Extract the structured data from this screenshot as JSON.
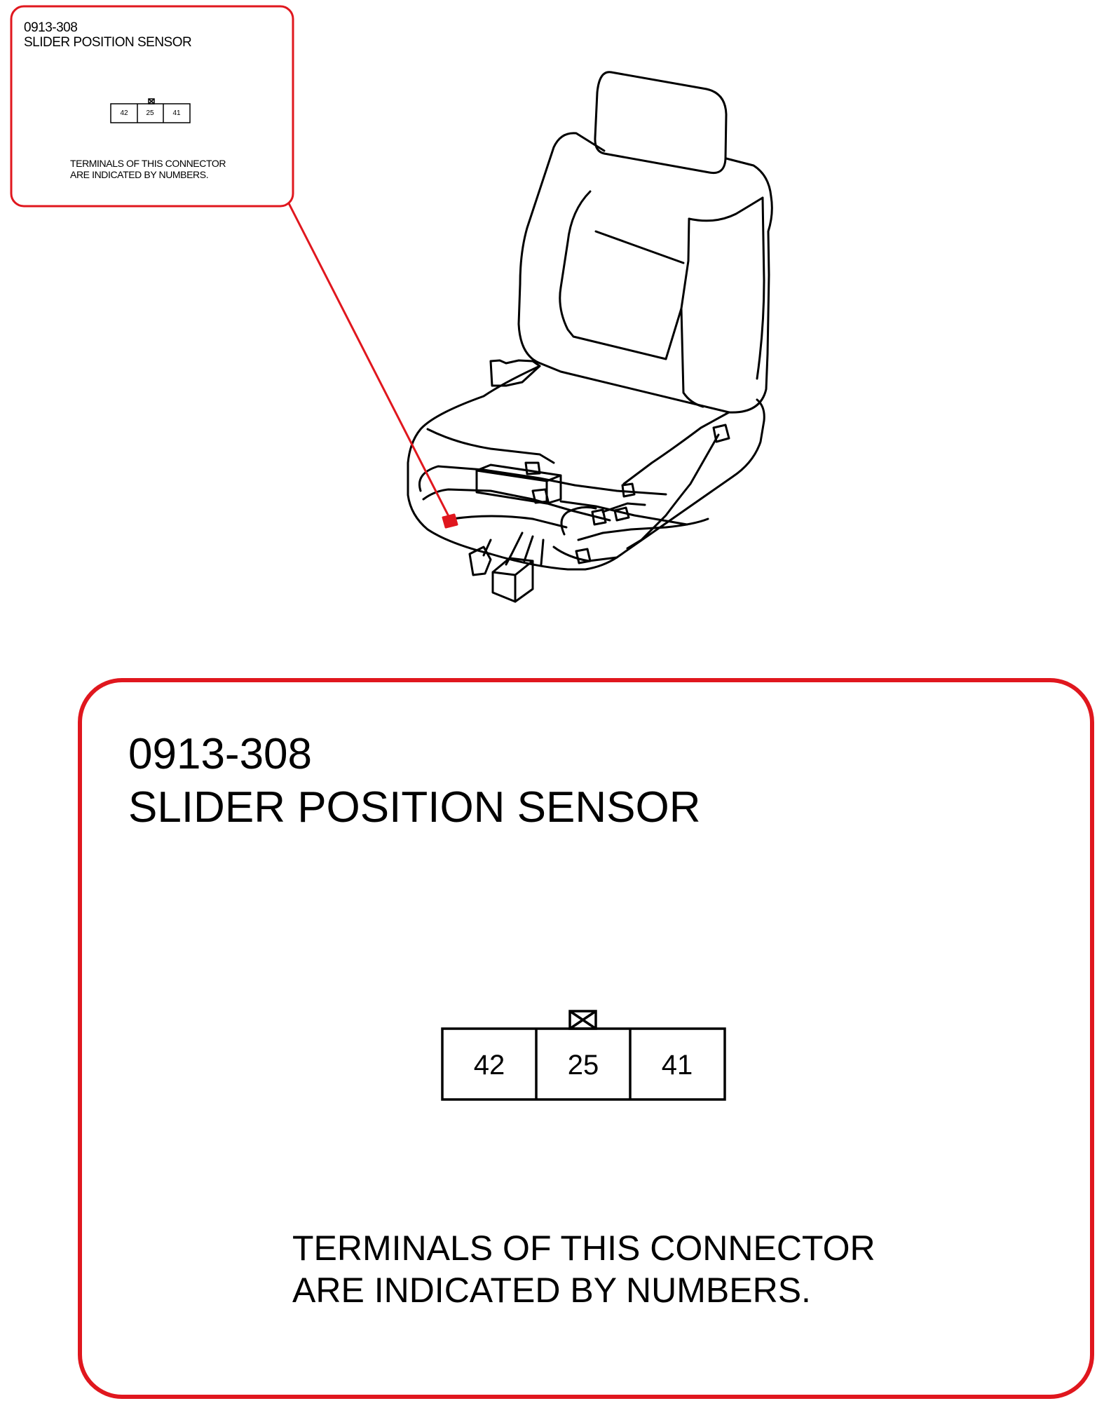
{
  "connector": {
    "code": "0913-308",
    "name": "SLIDER POSITION SENSOR",
    "terminals": [
      "42",
      "25",
      "41"
    ],
    "note_line1": "TERMINALS OF THIS CONNECTOR",
    "note_line2": "ARE INDICATED BY NUMBERS."
  },
  "icons": {
    "seat": "car-seat-line-drawing",
    "lock": "connector-lock-tab-icon"
  },
  "colors": {
    "callout": "#e0171e",
    "line": "#000000",
    "highlight": "#e0171e"
  }
}
